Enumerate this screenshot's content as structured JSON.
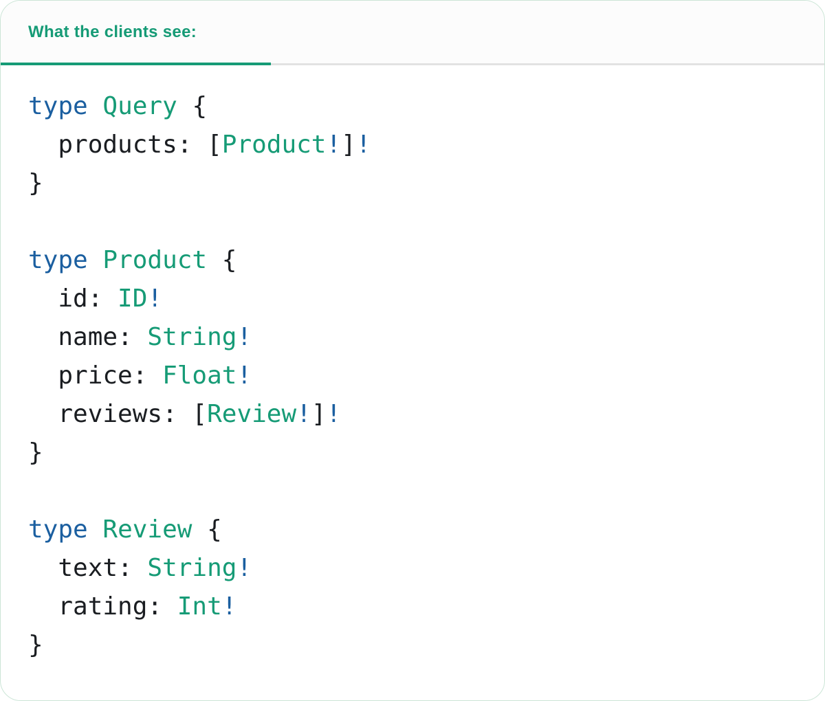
{
  "tab": {
    "label": "What the clients see:"
  },
  "colors": {
    "accent_green": "#169b76",
    "keyword_blue": "#1b5fa0",
    "type_green": "#169b76",
    "code_text": "#1a1d21",
    "divider_gray": "#e2e2e2",
    "tab_bg": "#fcfcfc",
    "card_bg": "#ffffff",
    "card_border": "#cbe5d6"
  },
  "code": {
    "lines": [
      [
        [
          "kw",
          "type"
        ],
        [
          "pl",
          " "
        ],
        [
          "ty",
          "Query"
        ],
        [
          "pl",
          " {"
        ]
      ],
      [
        [
          "pl",
          "  products: ["
        ],
        [
          "ty",
          "Product"
        ],
        [
          "kw",
          "!"
        ],
        [
          "pl",
          "]"
        ],
        [
          "kw",
          "!"
        ]
      ],
      [
        [
          "pl",
          "}"
        ]
      ],
      [],
      [
        [
          "kw",
          "type"
        ],
        [
          "pl",
          " "
        ],
        [
          "ty",
          "Product"
        ],
        [
          "pl",
          " {"
        ]
      ],
      [
        [
          "pl",
          "  id: "
        ],
        [
          "ty",
          "ID"
        ],
        [
          "kw",
          "!"
        ]
      ],
      [
        [
          "pl",
          "  name: "
        ],
        [
          "ty",
          "String"
        ],
        [
          "kw",
          "!"
        ]
      ],
      [
        [
          "pl",
          "  price: "
        ],
        [
          "ty",
          "Float"
        ],
        [
          "kw",
          "!"
        ]
      ],
      [
        [
          "pl",
          "  reviews: ["
        ],
        [
          "ty",
          "Review"
        ],
        [
          "kw",
          "!"
        ],
        [
          "pl",
          "]"
        ],
        [
          "kw",
          "!"
        ]
      ],
      [
        [
          "pl",
          "}"
        ]
      ],
      [],
      [
        [
          "kw",
          "type"
        ],
        [
          "pl",
          " "
        ],
        [
          "ty",
          "Review"
        ],
        [
          "pl",
          " {"
        ]
      ],
      [
        [
          "pl",
          "  text: "
        ],
        [
          "ty",
          "String"
        ],
        [
          "kw",
          "!"
        ]
      ],
      [
        [
          "pl",
          "  rating: "
        ],
        [
          "ty",
          "Int"
        ],
        [
          "kw",
          "!"
        ]
      ],
      [
        [
          "pl",
          "}"
        ]
      ]
    ]
  }
}
